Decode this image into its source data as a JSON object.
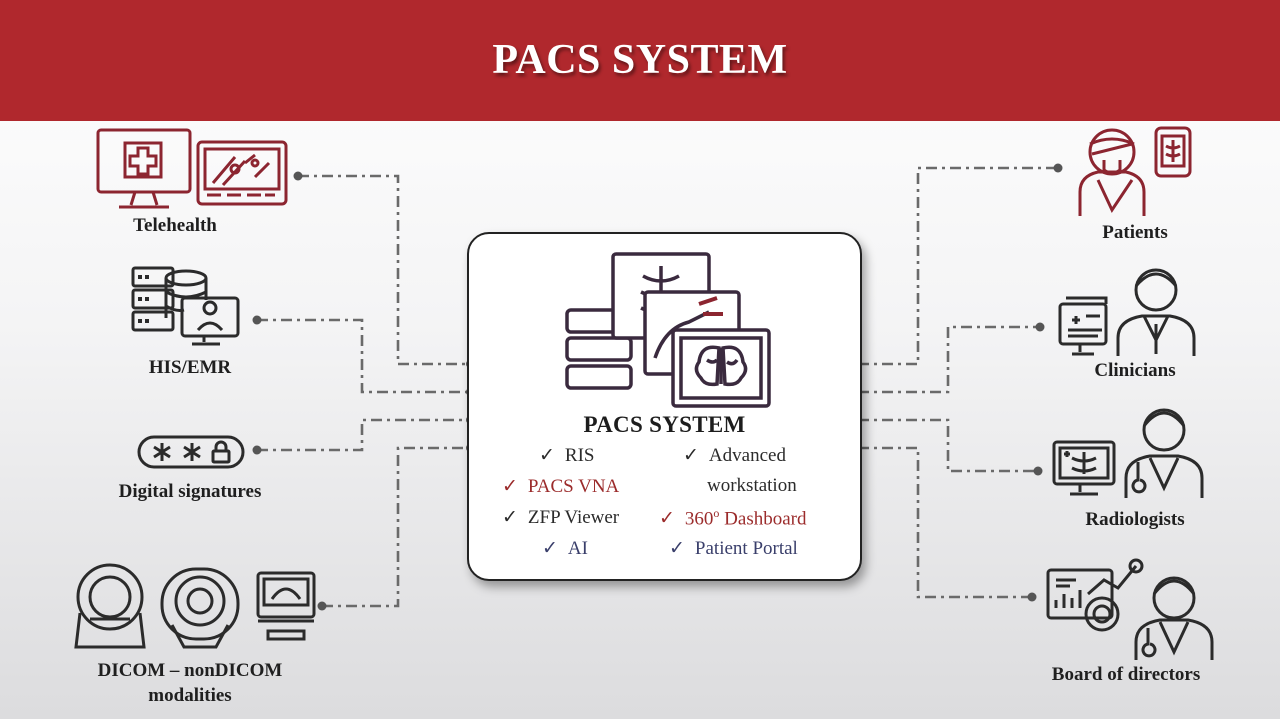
{
  "header": {
    "title": "PACS SYSTEM"
  },
  "colors": {
    "header_bg": "#b0282d",
    "icon_dark": "#2b2b2b",
    "icon_red": "#8c2530",
    "feature_red": "#9b2b2b",
    "feature_navy": "#3a3f6b"
  },
  "left_nodes": [
    {
      "label": "Telehealth",
      "icon": "monitor-medical-icon"
    },
    {
      "label": "HIS/EMR",
      "icon": "server-database-icon"
    },
    {
      "label": "Digital signatures",
      "icon": "password-lock-icon"
    },
    {
      "label_line1": "DICOM – nonDICOM",
      "label_line2": "modalities",
      "icon": "scanner-ultrasound-icon"
    }
  ],
  "right_nodes": [
    {
      "label": "Patients",
      "icon": "patient-icon"
    },
    {
      "label": "Clinicians",
      "icon": "clinician-icon"
    },
    {
      "label": "Radiologists",
      "icon": "radiologist-icon"
    },
    {
      "label": "Board of directors",
      "icon": "board-analytics-icon"
    }
  ],
  "center": {
    "title": "PACS SYSTEM",
    "icon": "pacs-stack-icon",
    "check": "✓",
    "features_left": [
      {
        "text": "RIS",
        "color": "dark"
      },
      {
        "text": "PACS VNA",
        "color": "red"
      },
      {
        "text": "ZFP Viewer",
        "color": "dark"
      },
      {
        "text": "AI",
        "color": "navy"
      }
    ],
    "features_right": [
      {
        "text": "Advanced",
        "color": "dark"
      },
      {
        "text": "workstation",
        "color": "dark"
      },
      {
        "text": "360",
        "sup": "o",
        "rest": " Dashboard",
        "color": "red"
      },
      {
        "text": "Patient Portal",
        "color": "navy"
      }
    ]
  }
}
